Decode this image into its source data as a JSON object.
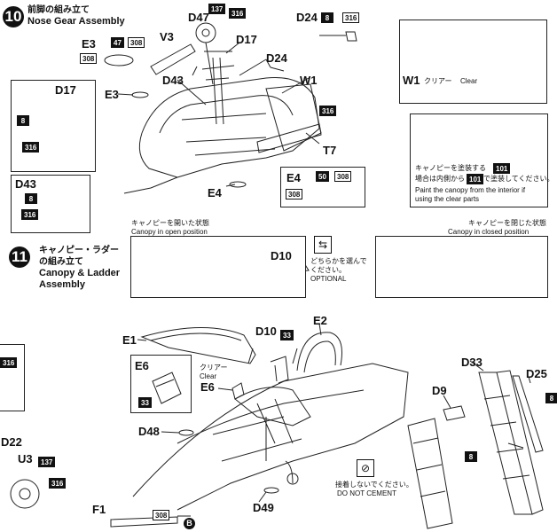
{
  "step10": {
    "number": "10",
    "title_jp": "前脚の組み立て",
    "title_en": "Nose Gear Assembly"
  },
  "step11": {
    "number": "11",
    "title_jp1": "キャノピー・ラダー",
    "title_jp2": "の組み立て",
    "title_en1": "Canopy & Ladder",
    "title_en2": "Assembly"
  },
  "parts": {
    "d47": "D47",
    "v3": "V3",
    "d17": "D17",
    "d24": "D24",
    "d43": "D43",
    "w1": "W1",
    "e3": "E3",
    "e4": "E4",
    "t7": "T7",
    "d10": "D10",
    "e2": "E2",
    "e1": "E1",
    "e6": "E6",
    "d48": "D48",
    "d49": "D49",
    "f1": "F1",
    "d22": "D22",
    "u3": "U3",
    "d33": "D33",
    "d25": "D25",
    "d9": "D9",
    "b": "B"
  },
  "colors": {
    "c137": "137",
    "c316": "316",
    "c8": "8",
    "c47": "47",
    "c308": "308",
    "c50": "50",
    "c101": "101",
    "c33": "33"
  },
  "notes": {
    "clear_jp": "クリアー",
    "clear_en": "Clear",
    "canopy_paint_jp1": "キャノピーを塗装する",
    "canopy_paint_jp2": "場合は内側から",
    "canopy_paint_jp3": "で塗装してください。",
    "canopy_paint_en1": "Paint the canopy from the interior if",
    "canopy_paint_en2": "using the clear parts",
    "open_jp": "キャノピーを開いた状態",
    "open_en": "Canopy in open position",
    "closed_jp": "キャノピーを閉じた状態",
    "closed_en": "Canopy in closed position",
    "optional_jp1": "どちらかを選んで",
    "optional_jp2": "ください。",
    "optional_en": "OPTIONAL",
    "no_cement_jp": "接着しないでください。",
    "no_cement_en": "DO NOT CEMENT"
  }
}
